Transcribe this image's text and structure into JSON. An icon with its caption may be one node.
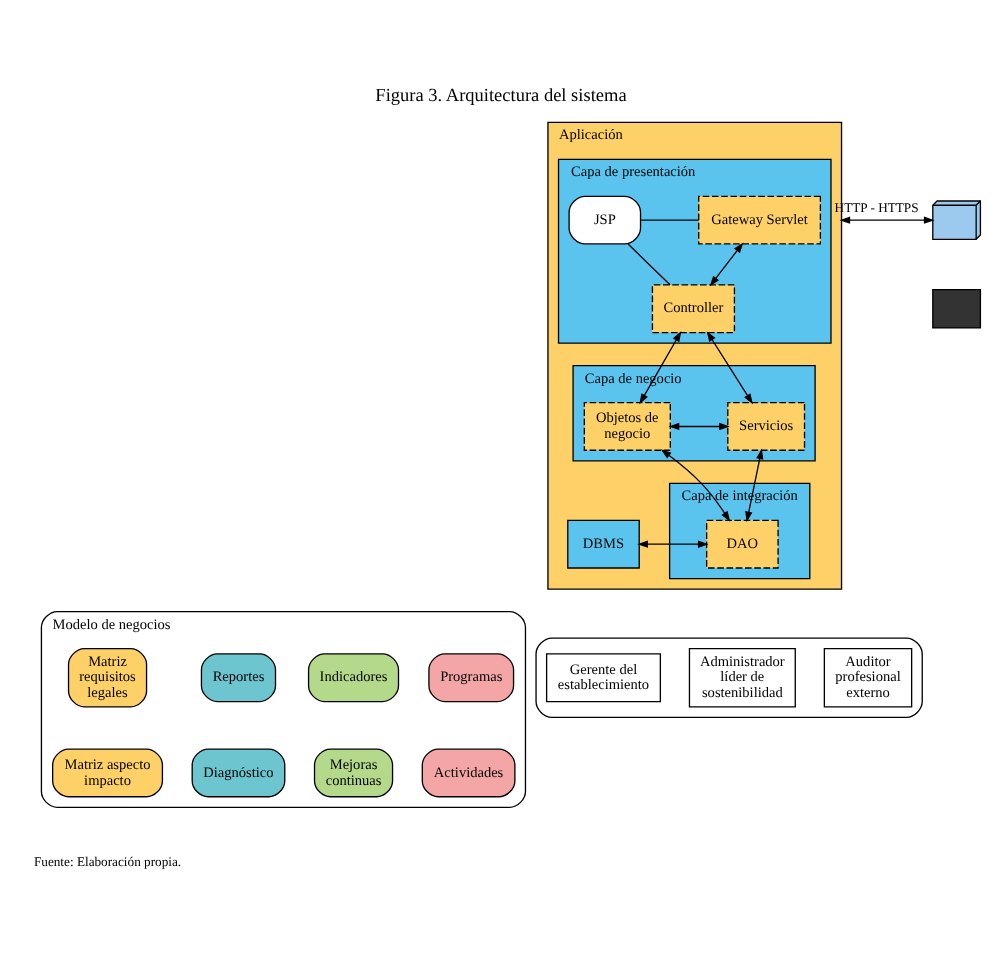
{
  "diagram": {
    "title": "Figura 3. Arquitectura del sistema",
    "caption": "Fuente: Elaboración propia.",
    "nodes": [
      {
        "text": [
          "Aplicación"
        ]
      },
      {
        "text": [
          "Capa de presentación"
        ],
        "in": 0
      },
      {
        "text": [
          "Gateway Servlet"
        ],
        "in": 1
      },
      {
        "text": [
          "JSP"
        ],
        "in": 1
      },
      {
        "text": [
          "Controller"
        ],
        "in": 1
      },
      {
        "text": [
          "Capa de negocio"
        ],
        "in": 0
      },
      {
        "text": [
          "Objetos de negocio"
        ],
        "in": 5
      },
      {
        "text": [
          "Servicios"
        ],
        "in": 5
      },
      {
        "text": [
          "Capa de integración"
        ],
        "in": 0
      },
      {
        "text": [
          "DAO"
        ],
        "in": 8
      },
      {
        "text": [
          "DBMS"
        ],
        "in": 0
      },
      {
        "text": [],
        "shape": "computer"
      },
      {
        "text": [],
        "shape": "phone"
      },
      {
        "text": [],
        "shape": "box"
      },
      {
        "text": [
          "Administrador líder de sostenibilidad"
        ],
        "in": 13
      },
      {
        "text": [
          "Auditor profesional externo"
        ],
        "in": 13
      },
      {
        "text": [
          "Gerente del establecimiento"
        ],
        "in": 13
      },
      {
        "text": [
          "Modelo de negocios"
        ]
      },
      {
        "text": [
          "Programas"
        ],
        "in": 17
      },
      {
        "text": [
          "Indicadores"
        ],
        "in": 17
      },
      {
        "text": [
          "Reportes"
        ],
        "in": 17
      },
      {
        "text": [
          "Matriz requisitos legales"
        ],
        "in": 17
      },
      {
        "text": [
          "Actividades"
        ],
        "in": 17
      },
      {
        "text": [
          "Mejoras continuas"
        ],
        "in": 17
      },
      {
        "text": [
          "Diagnóstico"
        ],
        "in": 17
      },
      {
        "text": [
          "Matriz aspecto impacto"
        ],
        "in": 17
      }
    ],
    "edges": [
      {
        "from": 11,
        "to": 0,
        "arrow": "both",
        "label": "HTTP - HTTPS"
      },
      {
        "from": 3,
        "to": 2,
        "arrow": "none"
      },
      {
        "from": 3,
        "to": 4,
        "arrow": "none"
      },
      {
        "from": 2,
        "to": 4,
        "arrow": "both"
      },
      {
        "from": 6,
        "to": 4,
        "arrow": "both"
      },
      {
        "from": 7,
        "to": 4,
        "arrow": "both"
      },
      {
        "from": 6,
        "to": 7,
        "arrow": "both"
      },
      {
        "from": 6,
        "to": 9,
        "arrow": "both"
      },
      {
        "from": 7,
        "to": 9,
        "arrow": "both"
      },
      {
        "from": 9,
        "to": 10,
        "arrow": "both"
      }
    ]
  }
}
